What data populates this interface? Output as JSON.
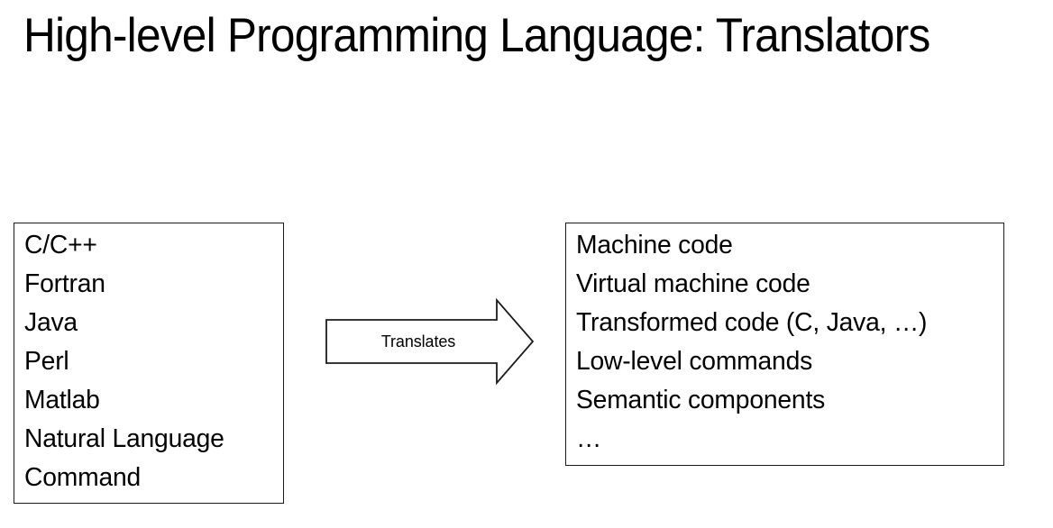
{
  "slide": {
    "title": "High-level Programming Language: Translators",
    "background_color": "#ffffff",
    "text_color": "#000000",
    "border_color": "#1b1b1b"
  },
  "sources_box": {
    "name": "high-level-languages",
    "items": [
      "C/C++",
      "Fortran",
      "Java",
      "Perl",
      "Matlab",
      "Natural Language",
      "Command"
    ]
  },
  "arrow": {
    "label": "Translates",
    "direction": "right"
  },
  "targets_box": {
    "name": "translation-outputs",
    "items": [
      "Machine code",
      "Virtual machine code",
      "Transformed code (C, Java, …)",
      "Low-level commands",
      "Semantic components",
      "…"
    ]
  }
}
